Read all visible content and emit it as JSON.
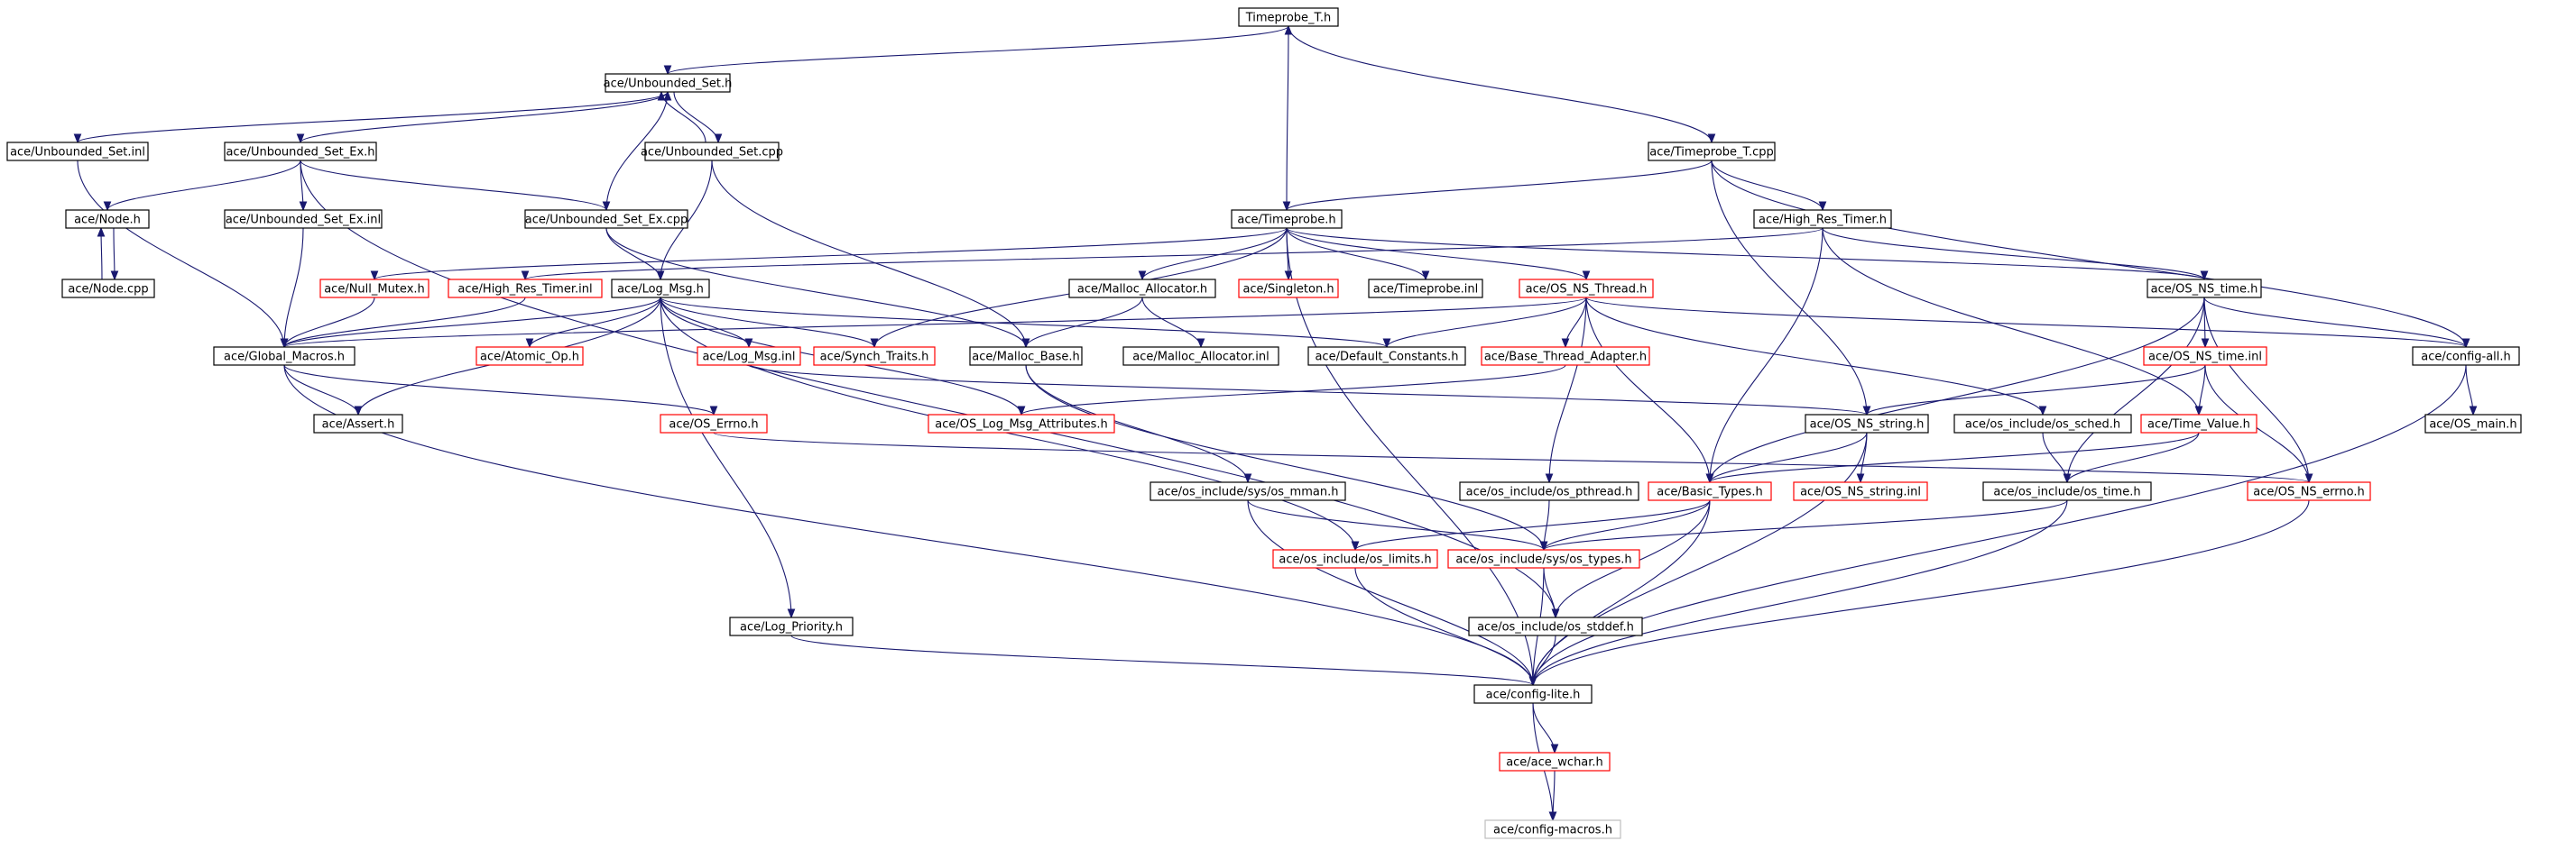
{
  "graph": {
    "colors": {
      "edge": "#191970",
      "box_black": "#000000",
      "box_red": "#ff0000",
      "box_grey": "#bfbfbf",
      "root_fill": "#bfbfbf"
    },
    "nodes": [
      {
        "id": "timeprobe_t_h",
        "label": "Timeprobe_T.h",
        "border": "black",
        "root": true
      },
      {
        "id": "unbounded_set_h",
        "label": "ace/Unbounded_Set.h",
        "border": "black"
      },
      {
        "id": "timeprobe_t_cpp",
        "label": "ace/Timeprobe_T.cpp",
        "border": "black"
      },
      {
        "id": "unbounded_set_inl",
        "label": "ace/Unbounded_Set.inl",
        "border": "black"
      },
      {
        "id": "unbounded_set_ex_h",
        "label": "ace/Unbounded_Set_Ex.h",
        "border": "black"
      },
      {
        "id": "unbounded_set_cpp",
        "label": "ace/Unbounded_Set.cpp",
        "border": "black"
      },
      {
        "id": "node_h",
        "label": "ace/Node.h",
        "border": "black"
      },
      {
        "id": "unbounded_set_ex_inl",
        "label": "ace/Unbounded_Set_Ex.inl",
        "border": "black"
      },
      {
        "id": "unbounded_set_ex_cpp",
        "label": "ace/Unbounded_Set_Ex.cpp",
        "border": "black"
      },
      {
        "id": "timeprobe_h",
        "label": "ace/Timeprobe.h",
        "border": "black"
      },
      {
        "id": "high_res_timer_h",
        "label": "ace/High_Res_Timer.h",
        "border": "black"
      },
      {
        "id": "node_cpp",
        "label": "ace/Node.cpp",
        "border": "black"
      },
      {
        "id": "null_mutex_h",
        "label": "ace/Null_Mutex.h",
        "border": "red"
      },
      {
        "id": "high_res_timer_inl",
        "label": "ace/High_Res_Timer.inl",
        "border": "red"
      },
      {
        "id": "log_msg_h",
        "label": "ace/Log_Msg.h",
        "border": "black"
      },
      {
        "id": "malloc_allocator_h",
        "label": "ace/Malloc_Allocator.h",
        "border": "black"
      },
      {
        "id": "singleton_h",
        "label": "ace/Singleton.h",
        "border": "red"
      },
      {
        "id": "timeprobe_inl",
        "label": "ace/Timeprobe.inl",
        "border": "black"
      },
      {
        "id": "os_ns_thread_h",
        "label": "ace/OS_NS_Thread.h",
        "border": "red"
      },
      {
        "id": "os_ns_time_h",
        "label": "ace/OS_NS_time.h",
        "border": "black"
      },
      {
        "id": "global_macros_h",
        "label": "ace/Global_Macros.h",
        "border": "black"
      },
      {
        "id": "atomic_op_h",
        "label": "ace/Atomic_Op.h",
        "border": "red"
      },
      {
        "id": "log_msg_inl",
        "label": "ace/Log_Msg.inl",
        "border": "red"
      },
      {
        "id": "synch_traits_h",
        "label": "ace/Synch_Traits.h",
        "border": "red"
      },
      {
        "id": "malloc_base_h",
        "label": "ace/Malloc_Base.h",
        "border": "black"
      },
      {
        "id": "malloc_allocator_inl",
        "label": "ace/Malloc_Allocator.inl",
        "border": "black"
      },
      {
        "id": "default_constants_h",
        "label": "ace/Default_Constants.h",
        "border": "black"
      },
      {
        "id": "base_thread_adapter_h",
        "label": "ace/Base_Thread_Adapter.h",
        "border": "red"
      },
      {
        "id": "os_ns_time_inl",
        "label": "ace/OS_NS_time.inl",
        "border": "red"
      },
      {
        "id": "config_all_h",
        "label": "ace/config-all.h",
        "border": "black"
      },
      {
        "id": "assert_h",
        "label": "ace/Assert.h",
        "border": "black"
      },
      {
        "id": "os_errno_h",
        "label": "ace/OS_Errno.h",
        "border": "red"
      },
      {
        "id": "os_log_msg_attributes_h",
        "label": "ace/OS_Log_Msg_Attributes.h",
        "border": "red"
      },
      {
        "id": "os_ns_string_h",
        "label": "ace/OS_NS_string.h",
        "border": "black"
      },
      {
        "id": "os_sched_h",
        "label": "ace/os_include/os_sched.h",
        "border": "black"
      },
      {
        "id": "time_value_h",
        "label": "ace/Time_Value.h",
        "border": "red"
      },
      {
        "id": "os_main_h",
        "label": "ace/OS_main.h",
        "border": "black"
      },
      {
        "id": "os_mman_h",
        "label": "ace/os_include/sys/os_mman.h",
        "border": "black"
      },
      {
        "id": "os_pthread_h",
        "label": "ace/os_include/os_pthread.h",
        "border": "black"
      },
      {
        "id": "basic_types_h",
        "label": "ace/Basic_Types.h",
        "border": "red"
      },
      {
        "id": "os_ns_string_inl",
        "label": "ace/OS_NS_string.inl",
        "border": "red"
      },
      {
        "id": "os_time_h",
        "label": "ace/os_include/os_time.h",
        "border": "black"
      },
      {
        "id": "os_ns_errno_h",
        "label": "ace/OS_NS_errno.h",
        "border": "red"
      },
      {
        "id": "os_limits_h",
        "label": "ace/os_include/os_limits.h",
        "border": "red"
      },
      {
        "id": "os_types_h",
        "label": "ace/os_include/sys/os_types.h",
        "border": "red"
      },
      {
        "id": "log_priority_h",
        "label": "ace/Log_Priority.h",
        "border": "black"
      },
      {
        "id": "os_stddef_h",
        "label": "ace/os_include/os_stddef.h",
        "border": "black"
      },
      {
        "id": "config_lite_h",
        "label": "ace/config-lite.h",
        "border": "black"
      },
      {
        "id": "ace_wchar_h",
        "label": "ace/ace_wchar.h",
        "border": "red"
      },
      {
        "id": "config_macros_h",
        "label": "ace/config-macros.h",
        "border": "grey"
      }
    ],
    "edges": [
      [
        "timeprobe_t_h",
        "unbounded_set_h"
      ],
      [
        "timeprobe_t_h",
        "timeprobe_t_cpp"
      ],
      [
        "timeprobe_h",
        "timeprobe_t_h"
      ],
      [
        "unbounded_set_h",
        "unbounded_set_inl"
      ],
      [
        "unbounded_set_h",
        "unbounded_set_ex_h"
      ],
      [
        "unbounded_set_h",
        "unbounded_set_cpp"
      ],
      [
        "unbounded_set_cpp",
        "unbounded_set_h"
      ],
      [
        "unbounded_set_ex_cpp",
        "unbounded_set_h"
      ],
      [
        "unbounded_set_inl",
        "global_macros_h"
      ],
      [
        "unbounded_set_ex_h",
        "node_h"
      ],
      [
        "unbounded_set_ex_h",
        "unbounded_set_ex_inl"
      ],
      [
        "unbounded_set_ex_h",
        "unbounded_set_ex_cpp"
      ],
      [
        "unbounded_set_ex_h",
        "os_stddef_h"
      ],
      [
        "unbounded_set_ex_inl",
        "global_macros_h"
      ],
      [
        "unbounded_set_ex_cpp",
        "log_msg_h"
      ],
      [
        "unbounded_set_ex_cpp",
        "malloc_base_h"
      ],
      [
        "unbounded_set_cpp",
        "log_msg_h"
      ],
      [
        "unbounded_set_cpp",
        "malloc_base_h"
      ],
      [
        "node_h",
        "node_cpp"
      ],
      [
        "node_cpp",
        "node_h"
      ],
      [
        "timeprobe_t_cpp",
        "timeprobe_h"
      ],
      [
        "timeprobe_t_cpp",
        "high_res_timer_h"
      ],
      [
        "timeprobe_t_cpp",
        "os_ns_string_h"
      ],
      [
        "timeprobe_t_cpp",
        "config_all_h"
      ],
      [
        "timeprobe_h",
        "config_lite_h"
      ],
      [
        "timeprobe_h",
        "null_mutex_h"
      ],
      [
        "timeprobe_h",
        "malloc_allocator_h"
      ],
      [
        "timeprobe_h",
        "singleton_h"
      ],
      [
        "timeprobe_h",
        "timeprobe_inl"
      ],
      [
        "timeprobe_h",
        "os_ns_thread_h"
      ],
      [
        "timeprobe_h",
        "synch_traits_h"
      ],
      [
        "timeprobe_h",
        "os_ns_time_h"
      ],
      [
        "high_res_timer_h",
        "high_res_timer_inl"
      ],
      [
        "high_res_timer_h",
        "os_ns_time_h"
      ],
      [
        "high_res_timer_h",
        "basic_types_h"
      ],
      [
        "high_res_timer_h",
        "time_value_h"
      ],
      [
        "null_mutex_h",
        "global_macros_h"
      ],
      [
        "high_res_timer_inl",
        "global_macros_h"
      ],
      [
        "log_msg_h",
        "global_macros_h"
      ],
      [
        "log_msg_h",
        "atomic_op_h"
      ],
      [
        "log_msg_h",
        "log_msg_inl"
      ],
      [
        "log_msg_h",
        "synch_traits_h"
      ],
      [
        "log_msg_h",
        "default_constants_h"
      ],
      [
        "log_msg_h",
        "assert_h"
      ],
      [
        "log_msg_h",
        "os_log_msg_attributes_h"
      ],
      [
        "log_msg_h",
        "os_limits_h"
      ],
      [
        "log_msg_h",
        "log_priority_h"
      ],
      [
        "malloc_allocator_h",
        "malloc_base_h"
      ],
      [
        "malloc_allocator_h",
        "malloc_allocator_inl"
      ],
      [
        "os_ns_thread_h",
        "global_macros_h"
      ],
      [
        "os_ns_thread_h",
        "default_constants_h"
      ],
      [
        "os_ns_thread_h",
        "base_thread_adapter_h"
      ],
      [
        "os_ns_thread_h",
        "os_sched_h"
      ],
      [
        "os_ns_thread_h",
        "os_pthread_h"
      ],
      [
        "os_ns_thread_h",
        "basic_types_h"
      ],
      [
        "os_ns_thread_h",
        "config_all_h"
      ],
      [
        "os_ns_time_h",
        "os_ns_time_inl"
      ],
      [
        "os_ns_time_h",
        "config_all_h"
      ],
      [
        "os_ns_time_h",
        "basic_types_h"
      ],
      [
        "os_ns_time_h",
        "os_time_h"
      ],
      [
        "os_ns_time_h",
        "os_ns_errno_h"
      ],
      [
        "global_macros_h",
        "assert_h"
      ],
      [
        "global_macros_h",
        "os_errno_h"
      ],
      [
        "global_macros_h",
        "config_lite_h"
      ],
      [
        "log_msg_inl",
        "os_ns_string_h"
      ],
      [
        "base_thread_adapter_h",
        "os_log_msg_attributes_h"
      ],
      [
        "malloc_base_h",
        "os_mman_h"
      ],
      [
        "malloc_base_h",
        "os_types_h"
      ],
      [
        "os_errno_h",
        "os_ns_errno_h"
      ],
      [
        "os_ns_time_inl",
        "os_ns_string_h"
      ],
      [
        "os_ns_time_inl",
        "time_value_h"
      ],
      [
        "os_ns_time_inl",
        "os_ns_errno_h"
      ],
      [
        "config_all_h",
        "os_main_h"
      ],
      [
        "config_all_h",
        "config_lite_h"
      ],
      [
        "os_ns_string_h",
        "basic_types_h"
      ],
      [
        "os_ns_string_h",
        "os_ns_string_inl"
      ],
      [
        "os_ns_string_h",
        "config_lite_h"
      ],
      [
        "os_sched_h",
        "os_time_h"
      ],
      [
        "time_value_h",
        "basic_types_h"
      ],
      [
        "time_value_h",
        "os_time_h"
      ],
      [
        "os_mman_h",
        "os_types_h"
      ],
      [
        "os_mman_h",
        "config_lite_h"
      ],
      [
        "os_pthread_h",
        "os_types_h"
      ],
      [
        "basic_types_h",
        "os_limits_h"
      ],
      [
        "basic_types_h",
        "os_types_h"
      ],
      [
        "basic_types_h",
        "os_stddef_h"
      ],
      [
        "basic_types_h",
        "config_lite_h"
      ],
      [
        "os_time_h",
        "os_types_h"
      ],
      [
        "os_time_h",
        "config_lite_h"
      ],
      [
        "os_ns_errno_h",
        "config_lite_h"
      ],
      [
        "os_limits_h",
        "config_lite_h"
      ],
      [
        "os_types_h",
        "os_stddef_h"
      ],
      [
        "os_types_h",
        "config_lite_h"
      ],
      [
        "log_priority_h",
        "config_lite_h"
      ],
      [
        "os_stddef_h",
        "config_lite_h"
      ],
      [
        "config_lite_h",
        "ace_wchar_h"
      ],
      [
        "config_lite_h",
        "config_macros_h"
      ],
      [
        "ace_wchar_h",
        "config_macros_h"
      ]
    ]
  }
}
